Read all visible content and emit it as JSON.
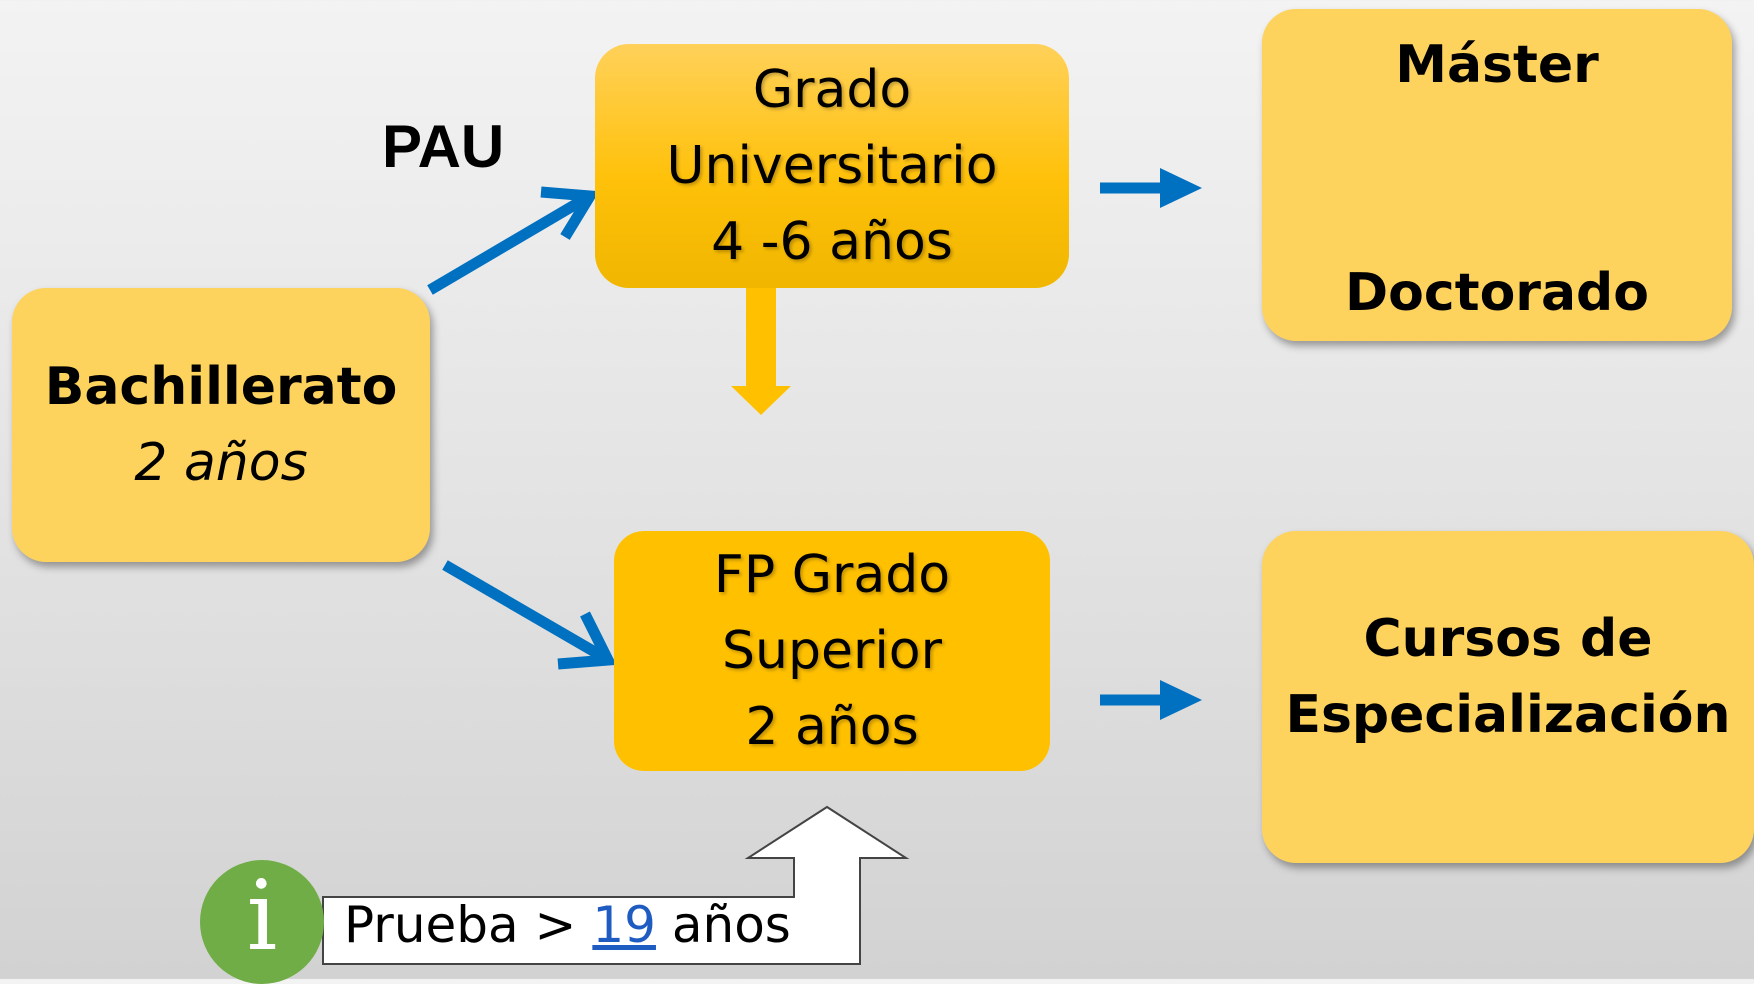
{
  "nodes": {
    "bachillerato": {
      "title": "Bachillerato",
      "subtitle": "2 años"
    },
    "grado": {
      "line1": "Grado",
      "line2": "Universitario",
      "line3": "4 -6 años"
    },
    "master_box": {
      "top": "Máster",
      "bottom": "Doctorado"
    },
    "fp": {
      "line1": "FP Grado",
      "line2": "Superior",
      "line3": "2 años"
    },
    "cursos": {
      "line1": "Cursos de",
      "line2": "Especialización"
    }
  },
  "labels": {
    "pau": "PAU",
    "prueba_prefix": "Prueba > ",
    "prueba_link": "19",
    "prueba_suffix": " años"
  },
  "icons": {
    "info": "info-icon"
  },
  "colors": {
    "light_box": "#fdd35e",
    "dark_box": "#ffc000",
    "arrow_blue": "#0070c0",
    "arrow_gold": "#ffc000",
    "info_green": "#70ad47",
    "link_blue": "#1f5cc2"
  }
}
